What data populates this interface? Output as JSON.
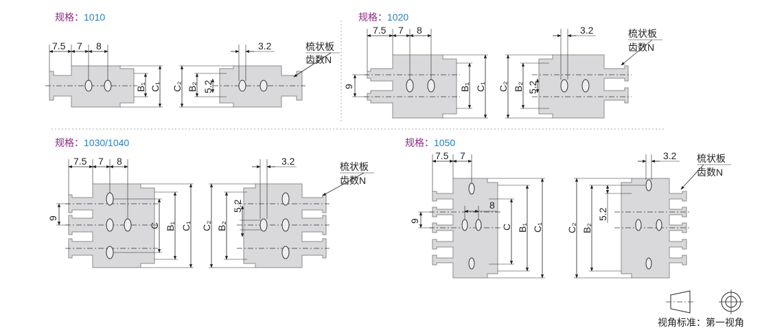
{
  "sections": [
    {
      "label": "规格：",
      "spec": "1010",
      "dims": {
        "a": "7.5",
        "b": "7",
        "c": "8",
        "B1": "B₁",
        "C1": "C₁",
        "C2": "C₂",
        "B2": "B₂",
        "h": "5.2",
        "p": "3.2"
      }
    },
    {
      "label": "规格：",
      "spec": "1020",
      "dims": {
        "a": "7.5",
        "b": "7",
        "c": "8",
        "s": "9",
        "B1": "B₁",
        "C1": "C₁",
        "C2": "C₂",
        "B2": "B₂",
        "h": "5.2",
        "p": "3.2"
      }
    },
    {
      "label": "规格：",
      "spec": "1030/1040",
      "dims": {
        "a": "7.5",
        "b": "7",
        "c": "8",
        "s": "9",
        "C": "C",
        "B1": "B₁",
        "C1": "C₁",
        "C2": "C₂",
        "B2": "B₂",
        "h": "5.2",
        "p": "3.2"
      }
    },
    {
      "label": "规格：",
      "spec": "1050",
      "dims": {
        "a": "7.5",
        "b": "7",
        "c": "8",
        "s": "9",
        "C": "C",
        "B1": "B₁",
        "C1": "C₁",
        "C2": "C₂",
        "B2": "B₂",
        "h": "5.2",
        "p": "3.2"
      }
    }
  ],
  "callout": {
    "line1": "梳状板",
    "line2": "齿数N"
  },
  "projection": {
    "caption": "视角标准：第一视角"
  },
  "colors": {
    "label": "#8b2a82",
    "spec": "#1f7fc0",
    "part": "#d9d9db"
  }
}
